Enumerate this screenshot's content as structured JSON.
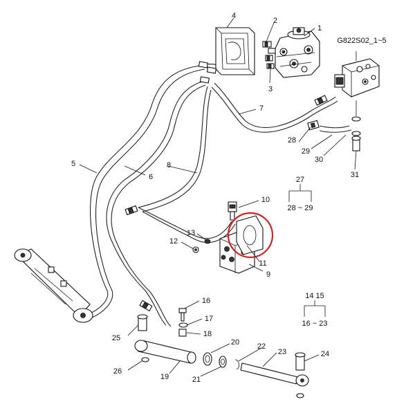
{
  "diagram_ref": "G822S02_1~5",
  "callouts": [
    "1",
    "2",
    "3",
    "4",
    "5",
    "6",
    "7",
    "8",
    "9",
    "10",
    "11",
    "12",
    "13",
    "14",
    "15",
    "16",
    "17",
    "18",
    "19",
    "20",
    "21",
    "22",
    "23",
    "24",
    "25",
    "26",
    "28",
    "29",
    "30",
    "31"
  ],
  "groups": {
    "group_27": {
      "top": "27",
      "bottom": "28 ~ 29"
    },
    "group_14_15": {
      "top": "14 15",
      "bottom": "16 ~ 23"
    }
  },
  "highlight": {
    "target": "11",
    "color": "#cc2222"
  },
  "colors": {
    "line": "#111111",
    "background": "#ffffff"
  }
}
